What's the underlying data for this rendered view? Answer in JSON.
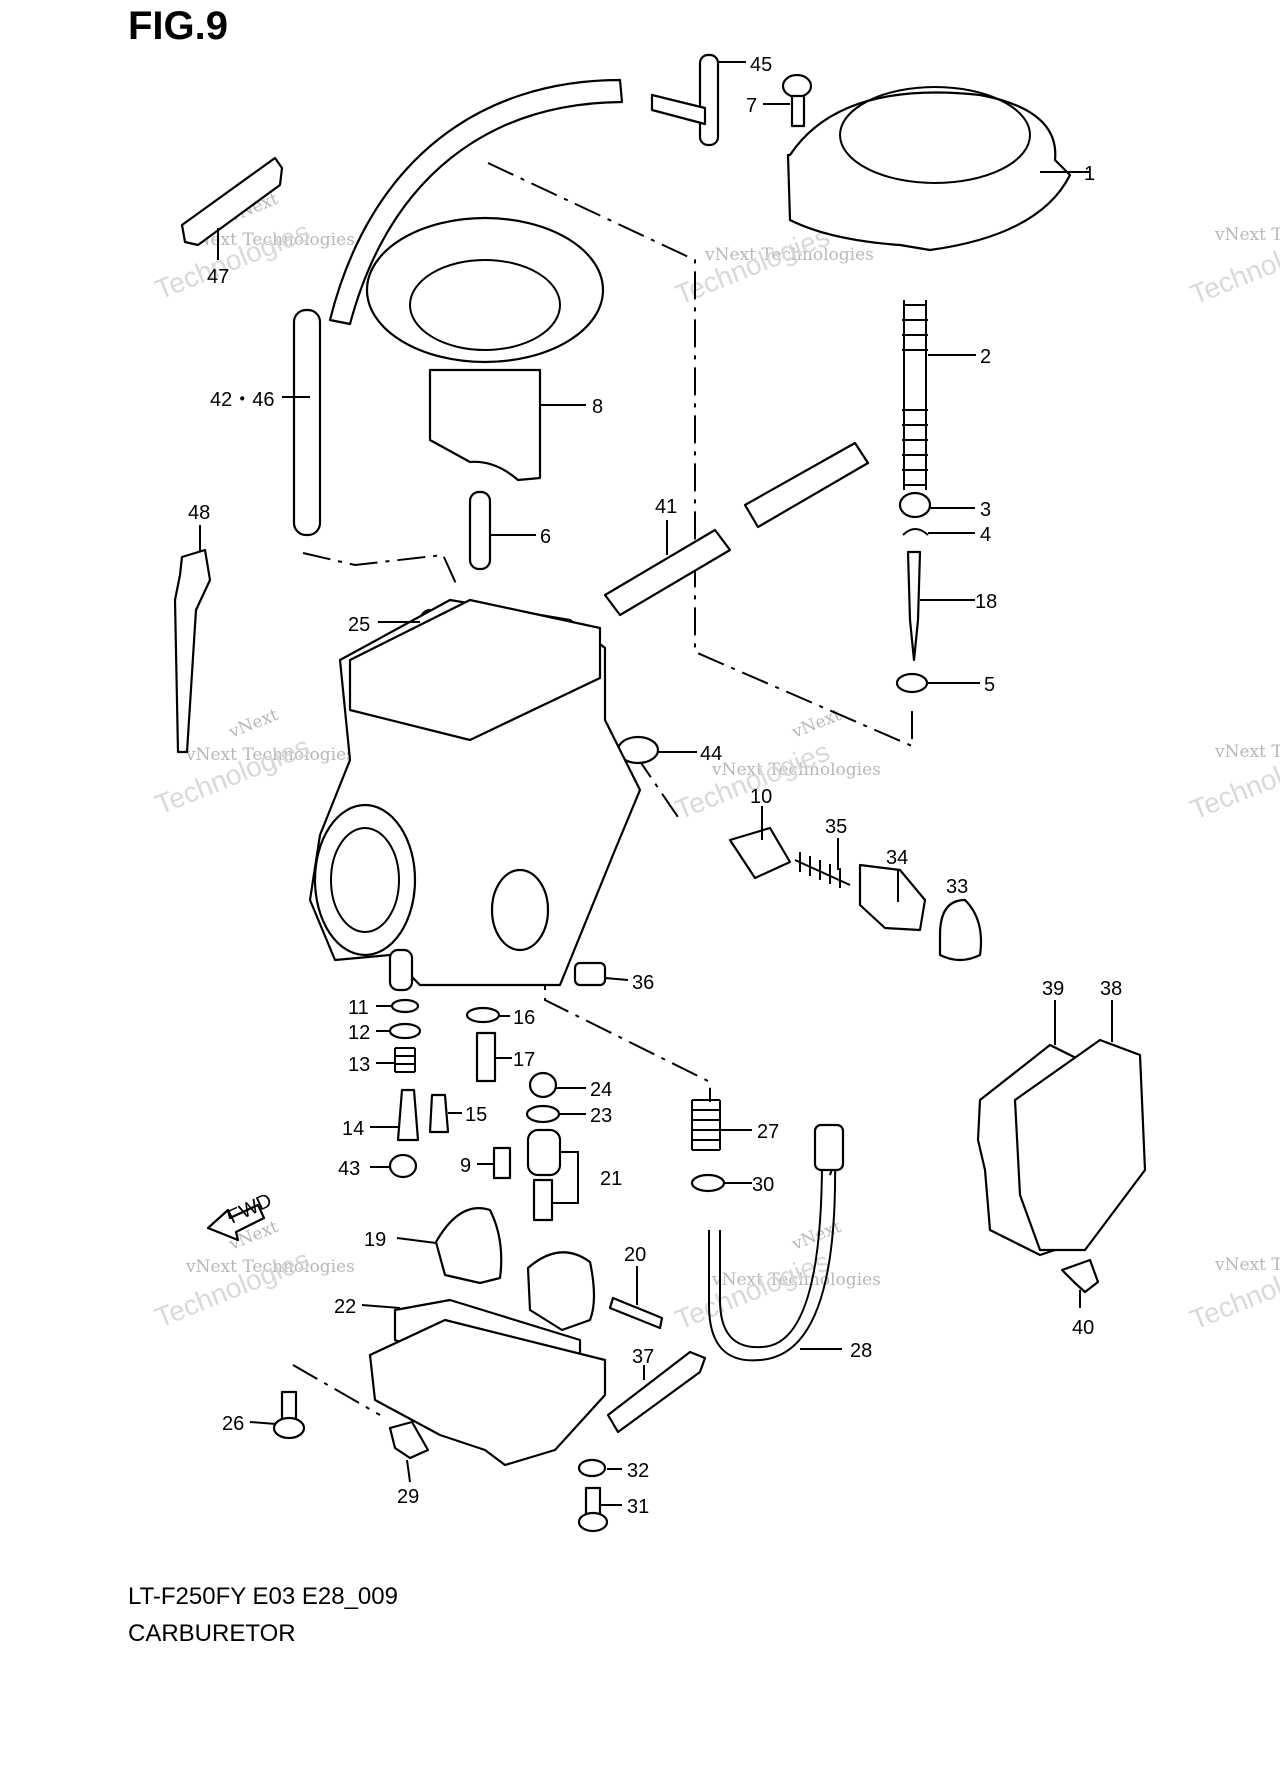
{
  "header": {
    "figure": "FIG.9"
  },
  "footer": {
    "model_code": "LT-F250FY E03 E28_009",
    "diagram_name": "CARBURETOR"
  },
  "watermark": {
    "line1": "vNext",
    "line2": "vNext Technologies",
    "line3": "Technologies"
  },
  "callouts": [
    {
      "id": "c45",
      "text": "45"
    },
    {
      "id": "c7",
      "text": "7"
    },
    {
      "id": "c1",
      "text": "1"
    },
    {
      "id": "c47",
      "text": "47"
    },
    {
      "id": "c2",
      "text": "2"
    },
    {
      "id": "c42",
      "text": "42・46"
    },
    {
      "id": "c8",
      "text": "8"
    },
    {
      "id": "c48",
      "text": "48"
    },
    {
      "id": "c41",
      "text": "41"
    },
    {
      "id": "c3",
      "text": "3"
    },
    {
      "id": "c4",
      "text": "4"
    },
    {
      "id": "c6",
      "text": "6"
    },
    {
      "id": "c18",
      "text": "18"
    },
    {
      "id": "c25",
      "text": "25"
    },
    {
      "id": "c5",
      "text": "5"
    },
    {
      "id": "c44",
      "text": "44"
    },
    {
      "id": "c10",
      "text": "10"
    },
    {
      "id": "c35",
      "text": "35"
    },
    {
      "id": "c34",
      "text": "34"
    },
    {
      "id": "c33",
      "text": "33"
    },
    {
      "id": "c36",
      "text": "36"
    },
    {
      "id": "c39",
      "text": "39"
    },
    {
      "id": "c38",
      "text": "38"
    },
    {
      "id": "c11",
      "text": "11"
    },
    {
      "id": "c16",
      "text": "16"
    },
    {
      "id": "c12",
      "text": "12"
    },
    {
      "id": "c17",
      "text": "17"
    },
    {
      "id": "c13",
      "text": "13"
    },
    {
      "id": "c24",
      "text": "24"
    },
    {
      "id": "c15",
      "text": "15"
    },
    {
      "id": "c23",
      "text": "23"
    },
    {
      "id": "c14",
      "text": "14"
    },
    {
      "id": "c27",
      "text": "27"
    },
    {
      "id": "c43",
      "text": "43"
    },
    {
      "id": "c9",
      "text": "9"
    },
    {
      "id": "c21",
      "text": "21"
    },
    {
      "id": "c30",
      "text": "30"
    },
    {
      "id": "c19",
      "text": "19"
    },
    {
      "id": "c20",
      "text": "20"
    },
    {
      "id": "c22",
      "text": "22"
    },
    {
      "id": "c40",
      "text": "40"
    },
    {
      "id": "c28",
      "text": "28"
    },
    {
      "id": "c37",
      "text": "37"
    },
    {
      "id": "c26",
      "text": "26"
    },
    {
      "id": "c32",
      "text": "32"
    },
    {
      "id": "c29",
      "text": "29"
    },
    {
      "id": "c31",
      "text": "31"
    }
  ],
  "fwd_label": "FWD"
}
